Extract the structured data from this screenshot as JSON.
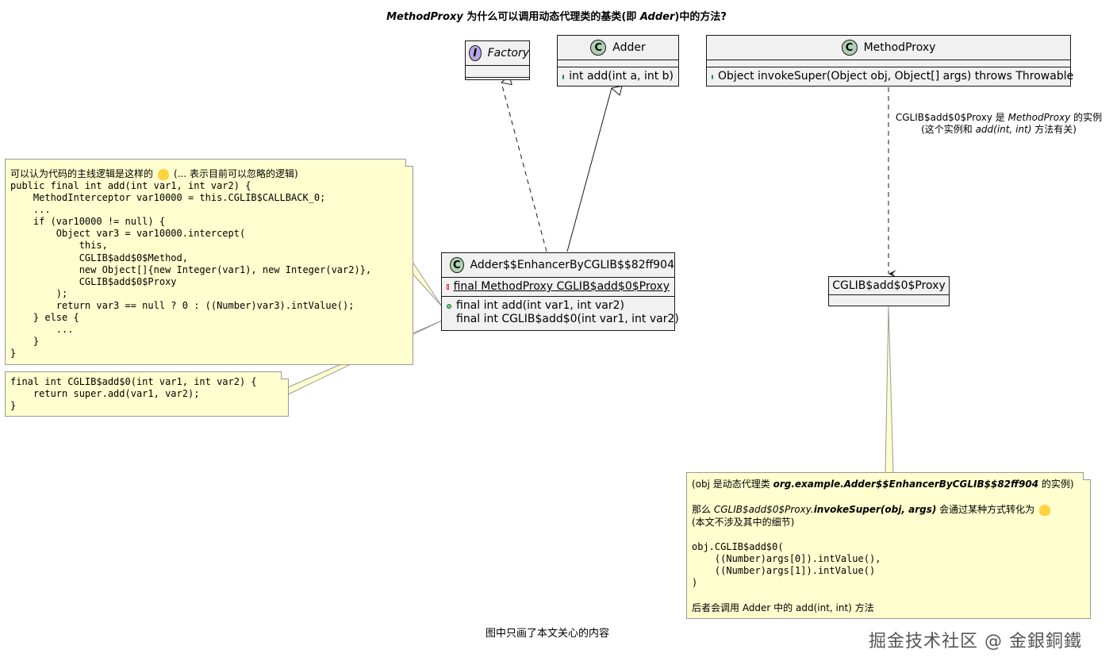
{
  "title_parts": {
    "a": "MethodProxy",
    "b": " 为什么可以调用动态代理类的基类(即 ",
    "c": "Adder",
    "d": ")中的方法?"
  },
  "classes": {
    "factory": {
      "stereotype": "I",
      "name": "Factory"
    },
    "adder": {
      "stereotype": "C",
      "name": "Adder",
      "methods": [
        "int add(int a, int b)"
      ]
    },
    "method_proxy": {
      "stereotype": "C",
      "name": "MethodProxy",
      "methods": [
        "Object invokeSuper(Object obj, Object[] args) throws Throwable"
      ]
    },
    "enhancer": {
      "stereotype": "C",
      "name": "Adder$$EnhancerByCGLIB$$82ff904",
      "fields": [
        "final MethodProxy CGLIB$add$0$Proxy"
      ],
      "methods": [
        "final int add(int var1, int var2)",
        "final int CGLIB$add$0(int var1, int var2)"
      ]
    },
    "proxy_obj": {
      "name": "CGLIB$add$0$Proxy"
    }
  },
  "edge_label": {
    "line1_a": "CGLIB$add$0$Proxy 是 ",
    "line1_b": "MethodProxy",
    "line1_c": " 的实例",
    "line2_a": "(这个实例和 ",
    "line2_b": "add(int, int)",
    "line2_c": " 方法有关)"
  },
  "note_main": {
    "intro_a": "可以认为代码的主线逻辑是这样的",
    "intro_b": "(... 表示目前可以忽略的逻辑)",
    "code": "public final int add(int var1, int var2) {\n    MethodInterceptor var10000 = this.CGLIB$CALLBACK_0;\n    ...\n    if (var10000 != null) {\n        Object var3 = var10000.intercept(\n            this,\n            CGLIB$add$0$Method,\n            new Object[]{new Integer(var1), new Integer(var2)},\n            CGLIB$add$0$Proxy\n        );\n        return var3 == null ? 0 : ((Number)var3).intValue();\n    } else {\n        ...\n    }\n}"
  },
  "note_super": {
    "code": "final int CGLIB$add$0(int var1, int var2) {\n    return super.add(var1, var2);\n}"
  },
  "note_right": {
    "l1_a": "(obj 是动态代理类 ",
    "l1_b": "org.example.Adder$$EnhancerByCGLIB$$82ff904",
    "l1_c": " 的实例)",
    "l2_a": "那么 ",
    "l2_b": "CGLIB$add$0$Proxy.",
    "l2_c": "invokeSuper(obj, args)",
    "l2_d": " 会通过某种方式转化为",
    "l3": "(本文不涉及其中的细节)",
    "code": "obj.CGLIB$add$0(\n    ((Number)args[0]).intValue(),\n    ((Number)args[1]).intValue()\n)",
    "l4": "后者会调用 Adder 中的 add(int, int) 方法"
  },
  "footer": "图中只画了本文关心的内容",
  "watermark": "掘金技术社区 @ 金銀銅鐵",
  "colors": {
    "class_bg": "#f1f1f1",
    "class_c_badge": "#add1b2",
    "interface_badge": "#b4a7e5",
    "note_bg": "#fefece",
    "border": "#181818"
  }
}
